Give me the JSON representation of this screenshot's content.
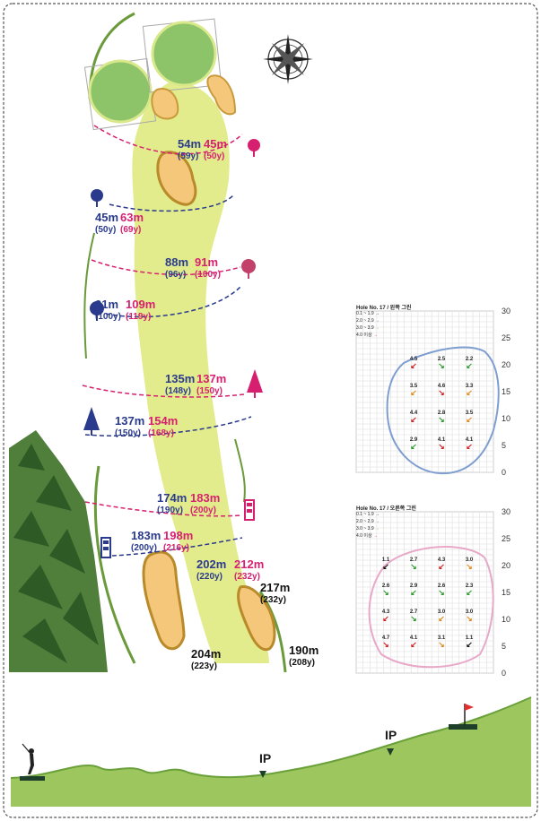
{
  "hole": {
    "distances": [
      {
        "id": "d1",
        "color": "blue",
        "meters": "54m",
        "yards": "(59y)"
      },
      {
        "id": "d2",
        "color": "pink",
        "meters": "45m",
        "yards": "(50y)"
      },
      {
        "id": "d3",
        "color": "blue",
        "meters": "45m",
        "yards": "(50y)"
      },
      {
        "id": "d4",
        "color": "pink",
        "meters": "63m",
        "yards": "(69y)"
      },
      {
        "id": "d5",
        "color": "blue",
        "meters": "88m",
        "yards": "(96y)"
      },
      {
        "id": "d6",
        "color": "pink",
        "meters": "91m",
        "yards": "(100y)"
      },
      {
        "id": "d7",
        "color": "blue",
        "meters": "91m",
        "yards": "(100y)"
      },
      {
        "id": "d8",
        "color": "pink",
        "meters": "109m",
        "yards": "(119y)"
      },
      {
        "id": "d9",
        "color": "blue",
        "meters": "135m",
        "yards": "(148y)"
      },
      {
        "id": "d10",
        "color": "pink",
        "meters": "137m",
        "yards": "(150y)"
      },
      {
        "id": "d11",
        "color": "blue",
        "meters": "137m",
        "yards": "(150y)"
      },
      {
        "id": "d12",
        "color": "pink",
        "meters": "154m",
        "yards": "(168y)"
      },
      {
        "id": "d13",
        "color": "blue",
        "meters": "174m",
        "yards": "(190y)"
      },
      {
        "id": "d14",
        "color": "pink",
        "meters": "183m",
        "yards": "(200y)"
      },
      {
        "id": "d15",
        "color": "blue",
        "meters": "183m",
        "yards": "(200y)"
      },
      {
        "id": "d16",
        "color": "pink",
        "meters": "198m",
        "yards": "(216y)"
      },
      {
        "id": "d17",
        "color": "blue",
        "meters": "202m",
        "yards": "(220y)"
      },
      {
        "id": "d18",
        "color": "pink",
        "meters": "212m",
        "yards": "(232y)"
      },
      {
        "id": "d19",
        "color": "black",
        "meters": "217m",
        "yards": "(232y)"
      },
      {
        "id": "d20",
        "color": "black",
        "meters": "204m",
        "yards": "(223y)"
      },
      {
        "id": "d21",
        "color": "black",
        "meters": "190m",
        "yards": "(208y)"
      }
    ]
  },
  "green_left": {
    "title": "Hole No. 17 / 왼쪽 그린",
    "legend": [
      "0.1 ~ 1.9",
      "2.0 ~ 2.9",
      "3.0 ~ 3.9",
      "4.0 이상"
    ],
    "legend_colors": [
      "#111111",
      "#2e9a2e",
      "#e08a1a",
      "#d42020"
    ],
    "axis": [
      "30",
      "25",
      "20",
      "15",
      "10",
      "5",
      "0"
    ],
    "slopes": [
      {
        "v": "4.5",
        "c": 3
      },
      {
        "v": "2.5",
        "c": 1
      },
      {
        "v": "2.2",
        "c": 1
      },
      {
        "v": "3.5",
        "c": 2
      },
      {
        "v": "4.6",
        "c": 3
      },
      {
        "v": "3.3",
        "c": 2
      },
      {
        "v": "4.4",
        "c": 3
      },
      {
        "v": "2.8",
        "c": 1
      },
      {
        "v": "3.5",
        "c": 2
      },
      {
        "v": "2.9",
        "c": 1
      },
      {
        "v": "4.1",
        "c": 3
      },
      {
        "v": "4.1",
        "c": 3
      }
    ]
  },
  "green_right": {
    "title": "Hole No. 17 / 오른쪽 그린",
    "legend": [
      "0.1 ~ 1.9",
      "2.0 ~ 2.9",
      "3.0 ~ 3.9",
      "4.0 이상"
    ],
    "legend_colors": [
      "#111111",
      "#2e9a2e",
      "#e08a1a",
      "#d42020"
    ],
    "axis": [
      "30",
      "25",
      "20",
      "15",
      "10",
      "5",
      "0"
    ],
    "slopes": [
      {
        "v": "1.1",
        "c": 0
      },
      {
        "v": "2.7",
        "c": 1
      },
      {
        "v": "4.3",
        "c": 3
      },
      {
        "v": "3.0",
        "c": 2
      },
      {
        "v": "2.6",
        "c": 1
      },
      {
        "v": "2.9",
        "c": 1
      },
      {
        "v": "2.6",
        "c": 1
      },
      {
        "v": "2.3",
        "c": 1
      },
      {
        "v": "4.3",
        "c": 3
      },
      {
        "v": "2.7",
        "c": 1
      },
      {
        "v": "3.0",
        "c": 2
      },
      {
        "v": "3.0",
        "c": 2
      },
      {
        "v": "4.7",
        "c": 3
      },
      {
        "v": "4.1",
        "c": 3
      },
      {
        "v": "3.1",
        "c": 2
      },
      {
        "v": "1.1",
        "c": 0
      }
    ]
  },
  "profile": {
    "ip_labels": [
      "IP",
      "IP"
    ]
  },
  "colors": {
    "fairway": "#e3ec8c",
    "rough": "#9dc65e",
    "bunker": "#f5c77a",
    "green": "#8dc46a",
    "blue_tee": "#2a3a8c",
    "pink_tee": "#d6206f",
    "flag": "#e03030"
  }
}
